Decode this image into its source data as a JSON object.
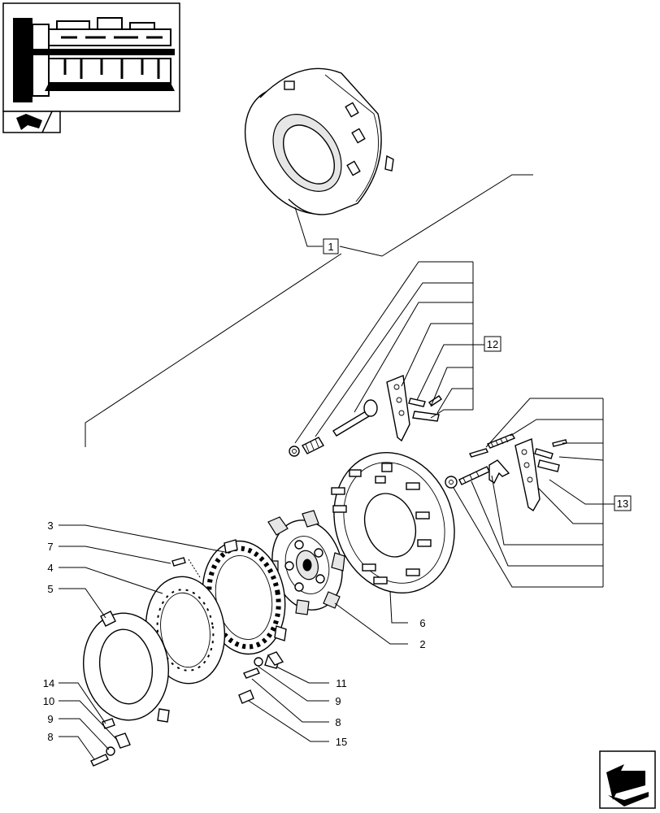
{
  "callouts": {
    "c1": "1",
    "c2": "2",
    "c3": "3",
    "c4": "4",
    "c5": "5",
    "c6": "6",
    "c7": "7",
    "c8a": "8",
    "c8b": "8",
    "c9a": "9",
    "c9b": "9",
    "c10": "10",
    "c11": "11",
    "c12": "12",
    "c13": "13",
    "c14": "14",
    "c15": "15"
  },
  "icons": {
    "thumbnail": "transmission-section-thumbnail",
    "nav_arrow": "next-page-arrow-icon"
  }
}
